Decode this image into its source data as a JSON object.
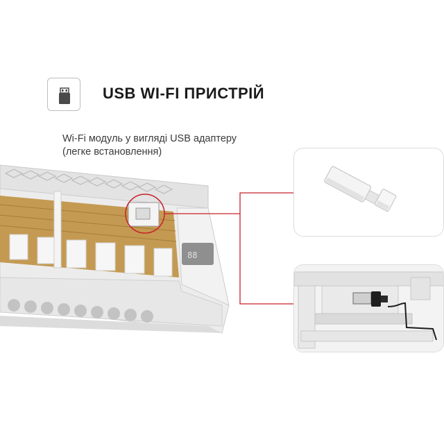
{
  "header": {
    "icon": "usb-stick-icon",
    "title": "USB WI-FI ПРИСТРІЙ"
  },
  "description": {
    "line1": "Wi-Fi модуль у вигляді USB адаптеру",
    "line2": "(легке встановлення)"
  },
  "colors": {
    "accent_red": "#c8202a",
    "title_text": "#1a1a1a",
    "body_text": "#3a3a3a",
    "frame_gray": "#bdbdbd",
    "filter_gold": "#c49a52"
  }
}
